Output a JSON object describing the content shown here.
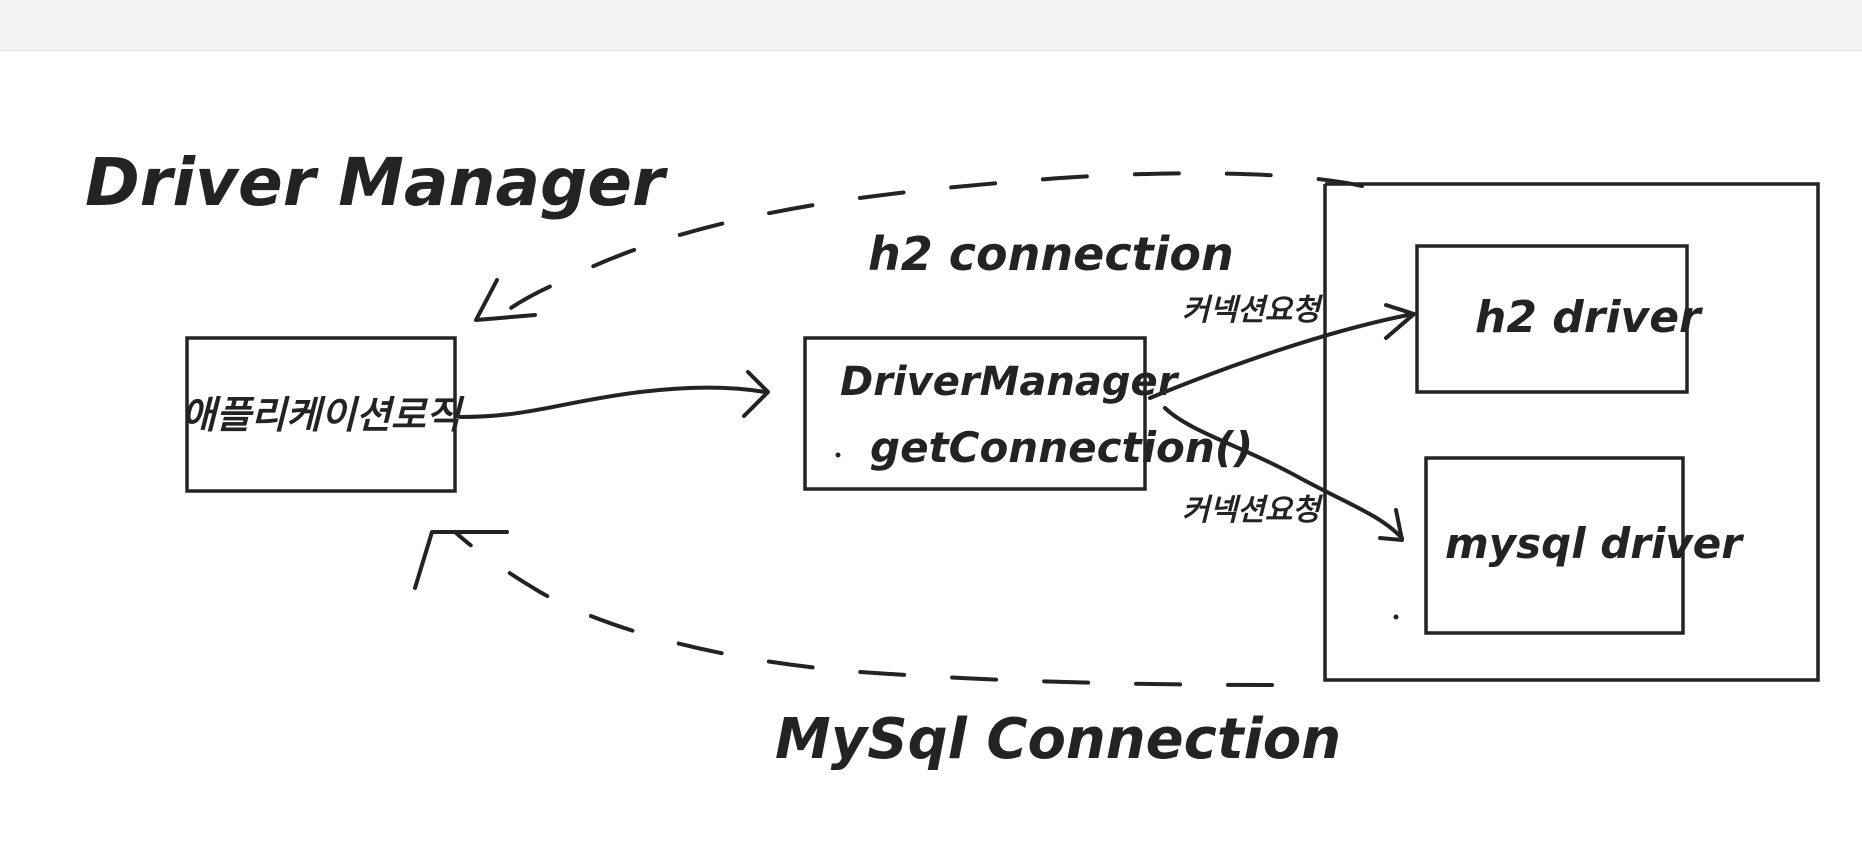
{
  "canvas": {
    "stroke_color": "#232323",
    "toolbar_color": "#f3f3f3",
    "background_color": "#ffffff"
  },
  "labels": {
    "title": "Driver Manager",
    "app_logic": "애플리케이션로직",
    "manager_line1": "DriverManager",
    "manager_line2": "getConnection()",
    "h2_connection": "h2 connection",
    "mysql_connection": "MySql Connection",
    "request_top": "커넥션요청",
    "request_bottom": "커넥션요청",
    "h2_driver": "h2 driver",
    "mysql_driver": "mysql driver"
  }
}
